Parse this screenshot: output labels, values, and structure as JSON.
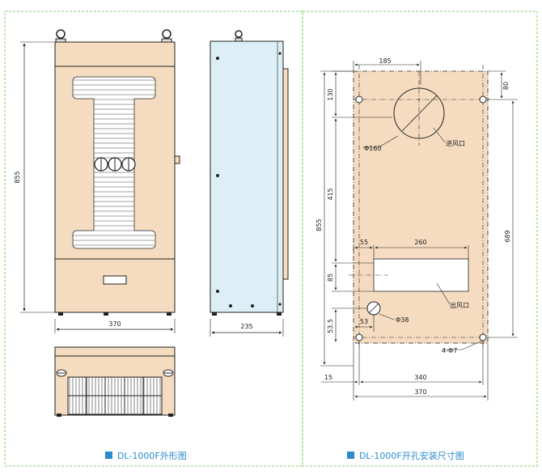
{
  "colors": {
    "frame": "#7fcf5f",
    "body": "#f5dcc0",
    "side": "#dceff6",
    "caption": "#2a8bd0",
    "line": "#222222"
  },
  "front_view": {
    "height_label": "855",
    "width_label": "370"
  },
  "side_view": {
    "depth_label": "235"
  },
  "cutout_view": {
    "dims": {
      "top_185": "185",
      "right_80": "80",
      "left_130": "130",
      "left_415": "415",
      "left_855": "855",
      "right_689": "689",
      "w_55": "55",
      "w_260": "260",
      "left_85": "85",
      "left_53_5": "53.5",
      "w_53": "53",
      "bottom_15": "15",
      "bottom_340": "340",
      "bottom_370": "370"
    },
    "labels": {
      "phi160": "Φ160",
      "inlet": "进风口",
      "outlet": "出风口",
      "phi38": "Φ38",
      "holes": "4-Φ7"
    }
  },
  "captions": {
    "left": "DL-1000F外形图",
    "right": "DL-1000F开孔安装尺寸图"
  }
}
